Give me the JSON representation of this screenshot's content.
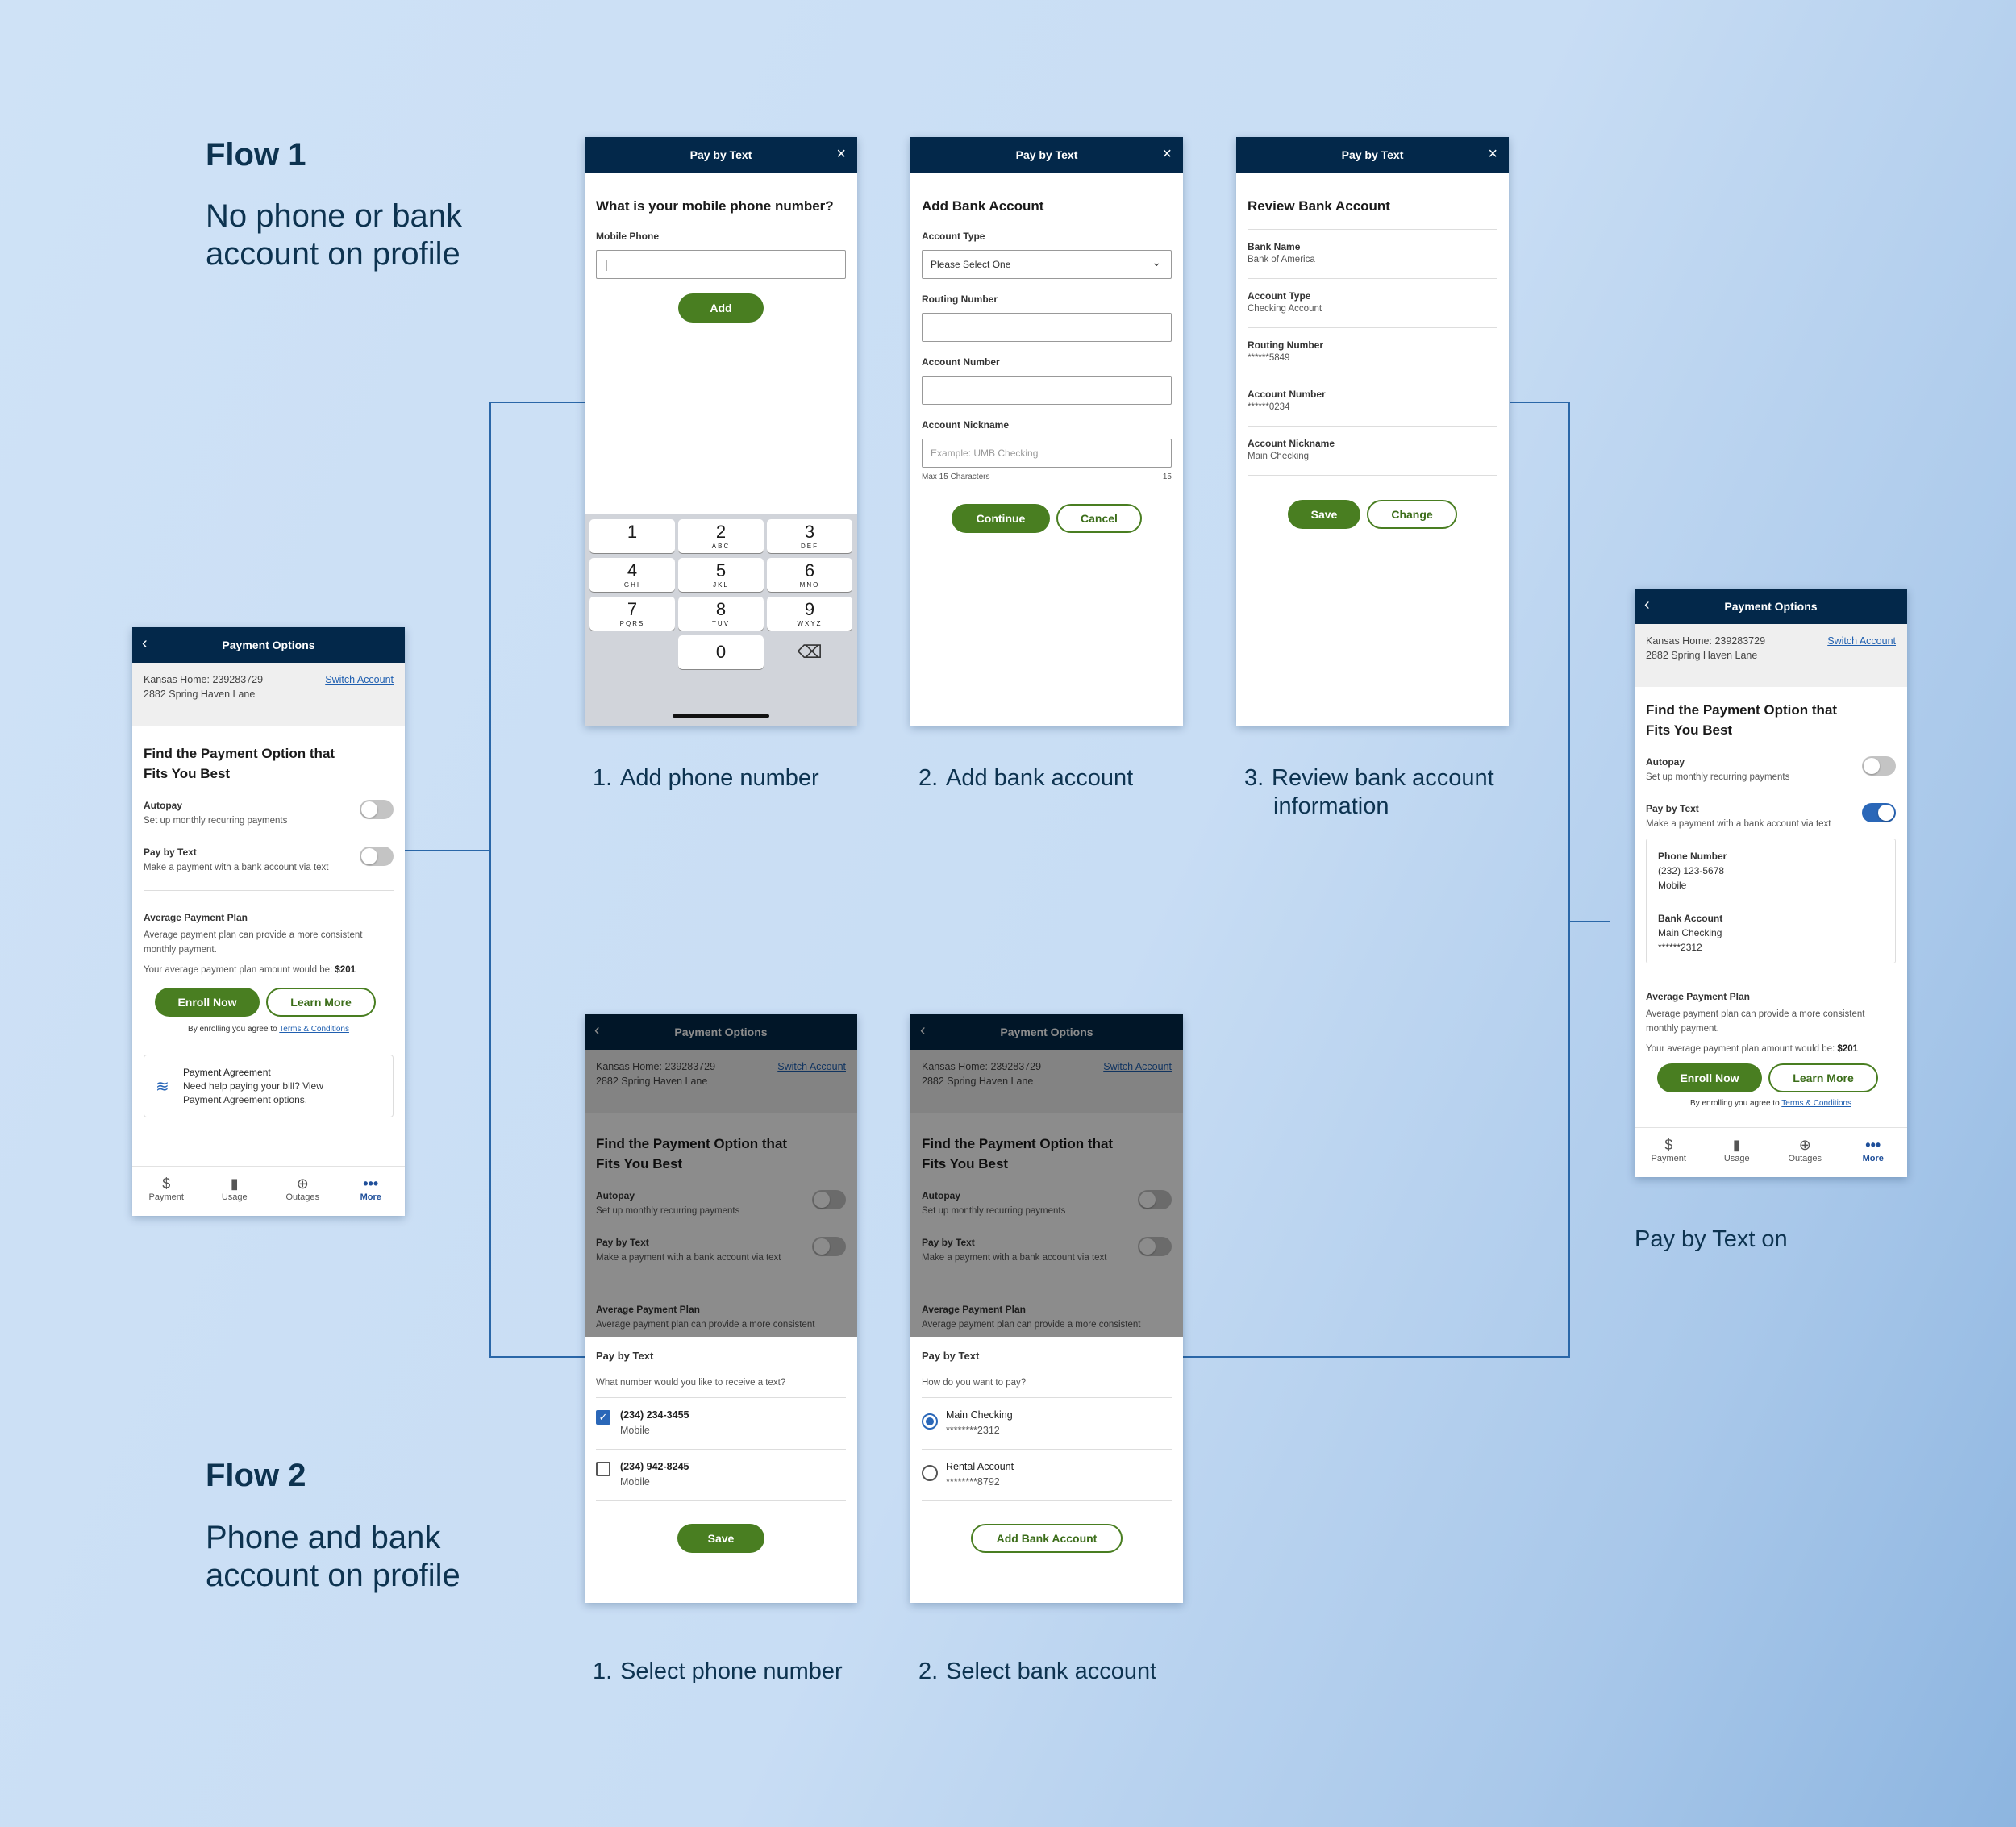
{
  "flow1": {
    "title": "Flow 1",
    "subtitle_line1": "No phone or bank",
    "subtitle_line2": "account on profile"
  },
  "flow2": {
    "title": "Flow 2",
    "subtitle_line1": "Phone and bank",
    "subtitle_line2": "account on profile"
  },
  "captions": {
    "add_phone_num": "1.",
    "add_phone": "Add phone number",
    "add_bank_num": "2.",
    "add_bank": "Add bank account",
    "review_num": "3.",
    "review_line1": "Review bank account",
    "review_line2": "information",
    "select_phone_num": "1.",
    "select_phone": "Select phone number",
    "select_bank_num": "2.",
    "select_bank": "Select bank account",
    "pay_text_on": "Pay by Text on"
  },
  "common": {
    "pay_by_text_title": "Pay by Text",
    "payment_options_title": "Payment Options",
    "account_line1": "Kansas Home: 239283729",
    "account_line2": "2882 Spring Haven Lane",
    "switch_account": "Switch Account",
    "find_title_line1": "Find the Payment Option that",
    "find_title_line2": "Fits You Best",
    "autopay_label": "Autopay",
    "autopay_desc": "Set up monthly recurring payments",
    "pbt_label": "Pay by Text",
    "pbt_desc": "Make a payment with a bank account via text",
    "avg_label": "Average Payment Plan",
    "avg_desc_line1": "Average payment plan can provide a more consistent",
    "avg_desc_line2": "monthly payment.",
    "avg_amount_text": "Your average payment plan amount would be:",
    "avg_amount": "$201",
    "enroll": "Enroll Now",
    "learn_more": "Learn More",
    "agree_text": "By enrolling you agree to",
    "terms": "Terms & Conditions",
    "agreement_title": "Payment Agreement",
    "agreement_line1": "Need help paying your bill? View",
    "agreement_line2": "Payment Agreement options.",
    "nav": [
      "Payment",
      "Usage",
      "Outages",
      "More"
    ],
    "close_icon": "×",
    "back_icon": "‹"
  },
  "phone_screen": {
    "question": "What is your mobile phone number?",
    "label": "Mobile Phone",
    "value": "|",
    "add": "Add",
    "keys": [
      {
        "d": "1",
        "l": ""
      },
      {
        "d": "2",
        "l": "ABC"
      },
      {
        "d": "3",
        "l": "DEF"
      },
      {
        "d": "4",
        "l": "GHI"
      },
      {
        "d": "5",
        "l": "JKL"
      },
      {
        "d": "6",
        "l": "MNO"
      },
      {
        "d": "7",
        "l": "PQRS"
      },
      {
        "d": "8",
        "l": "TUV"
      },
      {
        "d": "9",
        "l": "WXYZ"
      },
      {
        "d": "0",
        "l": ""
      }
    ],
    "backspace_icon": "⌫"
  },
  "bank_screen": {
    "title": "Add Bank Account",
    "type_label": "Account Type",
    "type_value": "Please Select One",
    "routing_label": "Routing Number",
    "account_label": "Account Number",
    "nickname_label": "Account Nickname",
    "nickname_placeholder": "Example: UMB Checking",
    "max_chars": "Max 15 Characters",
    "max_count": "15",
    "continue": "Continue",
    "cancel": "Cancel"
  },
  "review_screen": {
    "title": "Review Bank Account",
    "rows": [
      {
        "label": "Bank Name",
        "value": "Bank of America"
      },
      {
        "label": "Account Type",
        "value": "Checking Account"
      },
      {
        "label": "Routing Number",
        "value": "******5849"
      },
      {
        "label": "Account Number",
        "value": "******0234"
      },
      {
        "label": "Account Nickname",
        "value": "Main Checking"
      }
    ],
    "save": "Save",
    "change": "Change"
  },
  "select_phone_sheet": {
    "question": "What number would you like to receive a text?",
    "options": [
      {
        "number": "(234) 234-3455",
        "type": "Mobile",
        "checked": true
      },
      {
        "number": "(234) 942-8245",
        "type": "Mobile",
        "checked": false
      }
    ],
    "save": "Save"
  },
  "select_bank_sheet": {
    "question": "How do you want to pay?",
    "options": [
      {
        "name": "Main Checking",
        "number": "********2312",
        "selected": true
      },
      {
        "name": "Rental Account",
        "number": "********8792",
        "selected": false
      }
    ],
    "add_bank": "Add Bank Account"
  },
  "on_screen": {
    "phone_label": "Phone Number",
    "phone_value": "(232) 123-5678",
    "phone_type": "Mobile",
    "bank_label": "Bank Account",
    "bank_name": "Main Checking",
    "bank_number": "******2312"
  },
  "colors": {
    "navy": "#03284a",
    "green": "#497e21",
    "blue": "#2a67b8"
  }
}
